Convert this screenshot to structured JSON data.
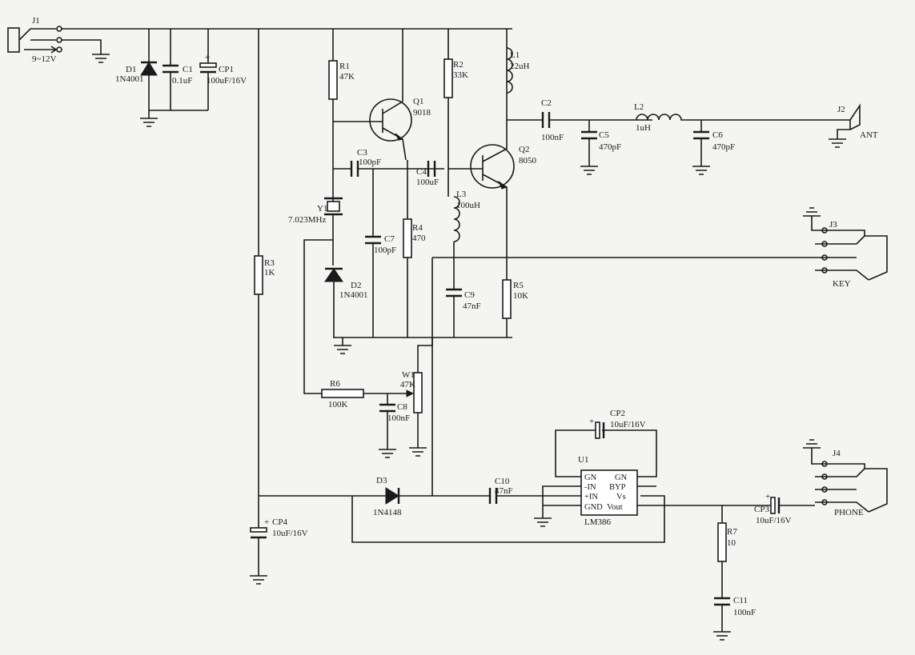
{
  "components": {
    "j1": {
      "ref": "J1",
      "value": "9~12V"
    },
    "d1": {
      "ref": "D1",
      "value": "1N4001"
    },
    "c1": {
      "ref": "C1",
      "value": "0.1uF"
    },
    "cp1": {
      "ref": "CP1",
      "value": "100uF/16V"
    },
    "r1": {
      "ref": "R1",
      "value": "47K"
    },
    "q1": {
      "ref": "Q1",
      "value": "9018"
    },
    "r2": {
      "ref": "R2",
      "value": "33K"
    },
    "l1": {
      "ref": "L1",
      "value": "22uH"
    },
    "c2": {
      "ref": "C2",
      "value": "100nF"
    },
    "l2": {
      "ref": "L2",
      "value": "1uH"
    },
    "j2": {
      "ref": "J2",
      "value": "ANT"
    },
    "c5": {
      "ref": "C5",
      "value": "470pF"
    },
    "c6": {
      "ref": "C6",
      "value": "470pF"
    },
    "q2": {
      "ref": "Q2",
      "value": "8050"
    },
    "c3": {
      "ref": "C3",
      "value": "100pF"
    },
    "c4": {
      "ref": "C4",
      "value": "100uF"
    },
    "l3": {
      "ref": "L3",
      "value": "100uH"
    },
    "y1": {
      "ref": "Y1",
      "value": "7.023MHz"
    },
    "c7": {
      "ref": "C7",
      "value": "100pF"
    },
    "r4": {
      "ref": "R4",
      "value": "470"
    },
    "r3": {
      "ref": "R3",
      "value": "1K"
    },
    "d2": {
      "ref": "D2",
      "value": "1N4001"
    },
    "c9": {
      "ref": "C9",
      "value": "47nF"
    },
    "r5": {
      "ref": "R5",
      "value": "10K"
    },
    "j3": {
      "ref": "J3",
      "value": "KEY"
    },
    "r6": {
      "ref": "R6",
      "value": "100K"
    },
    "w1": {
      "ref": "W1",
      "value": "47K"
    },
    "c8": {
      "ref": "C8",
      "value": "100nF"
    },
    "cp2": {
      "ref": "CP2",
      "value": "10uF/16V"
    },
    "u1": {
      "ref": "U1",
      "value": "LM386"
    },
    "d3": {
      "ref": "D3",
      "value": "1N4148"
    },
    "c10": {
      "ref": "C10",
      "value": "47nF"
    },
    "cp4": {
      "ref": "CP4",
      "value": "10uF/16V"
    },
    "cp3": {
      "ref": "CP3",
      "value": "10uF/16V"
    },
    "j4": {
      "ref": "J4",
      "value": "PHONE"
    },
    "r7": {
      "ref": "R7",
      "value": "10"
    },
    "c11": {
      "ref": "C11",
      "value": "100nF"
    }
  },
  "u1_pins": {
    "p1": "GN",
    "p2": "GN",
    "p3": "-IN",
    "p4": "BYP",
    "p5": "+IN",
    "p6": "Vs",
    "p7": "GND",
    "p8": "Vout"
  },
  "polarity_mark": "+"
}
